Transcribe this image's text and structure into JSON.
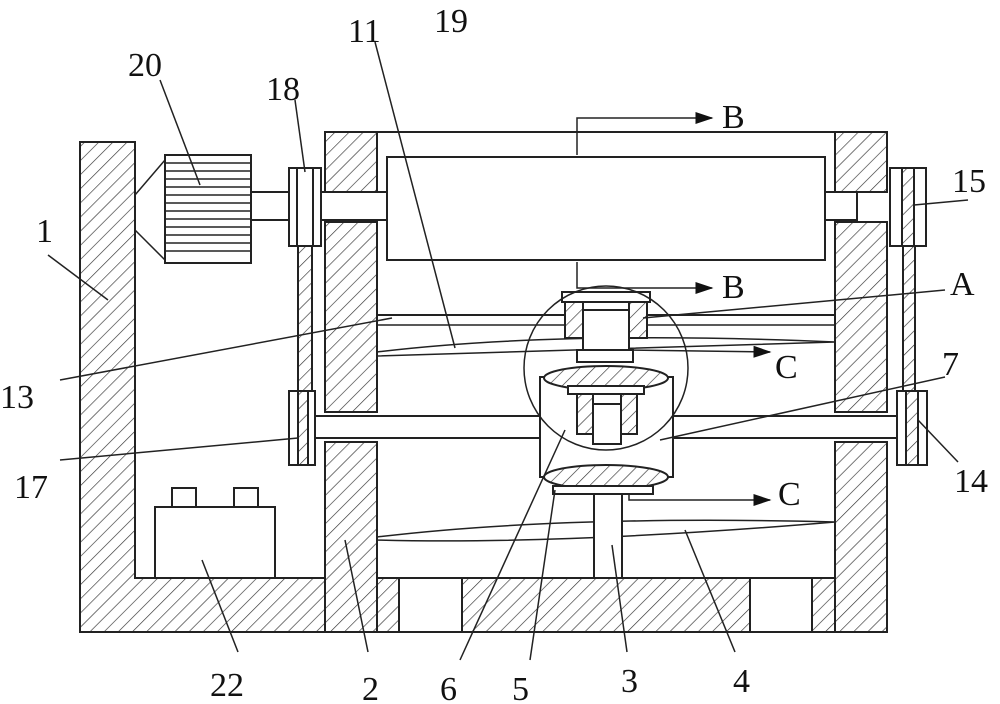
{
  "labels": {
    "l1": "1",
    "l2": "2",
    "l3": "3",
    "l4": "4",
    "l5": "5",
    "l6": "6",
    "l7": "7",
    "l11": "11",
    "l13": "13",
    "l14": "14",
    "l15": "15",
    "l17": "17",
    "l18": "18",
    "l19": "19",
    "l20": "20",
    "l22": "22",
    "lA": "A",
    "lB1": "B",
    "lB2": "B",
    "lC1": "C",
    "lC2": "C"
  }
}
